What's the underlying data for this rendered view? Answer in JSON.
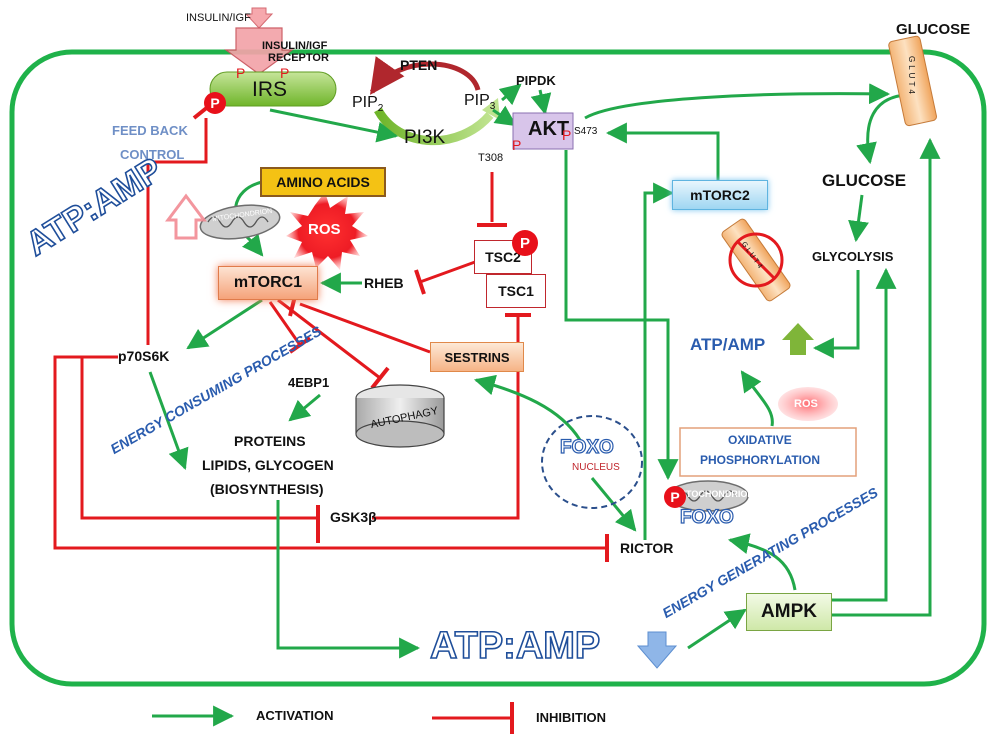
{
  "labels": {
    "insulin_igf": "INSULIN/IGF",
    "receptor_line1": "INSULIN/IGF",
    "receptor_line2": "RECEPTOR",
    "irs": "IRS",
    "pten": "PTEN",
    "pip2": "PIP",
    "pip2_sub": "2",
    "pip3": "PIP",
    "pip3_sub": "3",
    "pi3k": "PI3K",
    "pipdk": "PIPDK",
    "akt": "AKT",
    "s473": "S473",
    "t308": "T308",
    "glucose_out": "GLUCOSE",
    "glucose_in": "GLUCOSE",
    "glut4": "GLUT4",
    "glut4_crossed": "GLUT4",
    "feedback_line1": "FEED BACK",
    "feedback_line2": "CONTROL",
    "amino_acids": "AMINO ACIDS",
    "mitochondrion_top": "MITOCHONDRION",
    "ros_center": "ROS",
    "atp_amp_left": "ATP:AMP",
    "mtorc1": "mTORC1",
    "rheb": "RHEB",
    "tsc2": "TSC2",
    "tsc1": "TSC1",
    "mtorc2": "mTORC2",
    "glycolysis": "GLYCOLYSIS",
    "p70s6k": "p70S6K",
    "energy_consuming": "ENERGY CONSUMING PROCESSES",
    "sestrins": "SESTRINS",
    "atp_amp_right": "ATP/AMP",
    "fourebp1": "4EBP1",
    "autophagy": "AUTOPHAGY",
    "ros_right": "ROS",
    "oxphos_line1": "OXIDATIVE",
    "oxphos_line2": "PHOSPHORYLATION",
    "energy_generating": "ENERGY GENERATING PROCESSES",
    "proteins": "PROTEINS",
    "lipids": "LIPIDS, GLYCOGEN",
    "biosynthesis": "(BIOSYNTHESIS)",
    "foxo_nucleus": "FOXO",
    "nucleus": "NUCLEUS",
    "mitochondrion_right": "MITOCHONDRION",
    "foxo_mito": "FOXO",
    "gsk3b": "GSK3β",
    "rictor": "RICTOR",
    "atp_amp_bottom": "ATP:AMP",
    "ampk": "AMPK",
    "legend_activation": "ACTIVATION",
    "legend_inhibition": "INHIBITION",
    "p": "P"
  },
  "colors": {
    "activation": "#22a84a",
    "inhibition": "#e3191e",
    "cell_border": "#1fb24a",
    "phospho": "#e8101a",
    "title_blue": "#2a5cae"
  }
}
